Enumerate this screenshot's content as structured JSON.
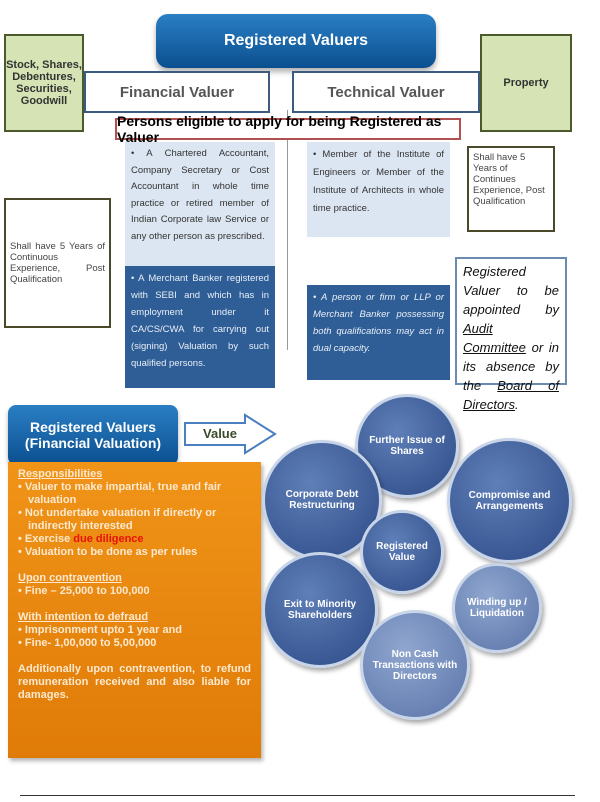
{
  "title": "Registered Valuers",
  "left_asset": "Stock, Shares, Debentures, Securities, Goodwill",
  "right_asset": "Property",
  "financial_valuer": "Financial Valuer",
  "technical_valuer": "Technical Valuer",
  "eligibility": "Persons eligible to apply for being Registered as Valuer",
  "financial_eligibility": [
    "• A Chartered Accountant, Company Secretary or Cost Accountant in whole time practice or retired member of Indian Corporate law Service or any other person as prescribed.",
    "• A Merchant Banker registered with SEBI and which has in employment under it CA/CS/CWA for carrying out (signing) Valuation by such qualified persons."
  ],
  "technical_eligibility": [
    "• Member of the Institute of Engineers or Member of the Institute of Architects in whole time practice.",
    "• A person or firm or LLP or Merchant Banker possessing both qualifications may act in dual capacity."
  ],
  "left_experience": "Shall have 5 Years of Continuous Experience, Post Qualification",
  "right_experience": "Shall have 5 Years of Continues Experience, Post Qualification",
  "appointment": {
    "pre": "Registered Valuer to be appointed by ",
    "audit": "Audit Committee",
    "mid": " or in its absence by the ",
    "board": "Board of Directors",
    "end": "."
  },
  "fin_box": "Registered Valuers (Financial Valuation)",
  "arrow_label": "Value",
  "responsibilities": {
    "heading": "Responsibilities",
    "items": [
      "Valuer to make impartial, true and fair valuation",
      "Not undertake valuation if directly or indirectly interested",
      "Valuation to be done as per rules"
    ],
    "exercise": "Exercise ",
    "due": "due diligence"
  },
  "contravention": {
    "heading": "Upon contravention",
    "items": [
      "Fine – 25,000 to 100,000"
    ]
  },
  "defraud": {
    "heading": "With intention to defraud",
    "items": [
      "Imprisonment upto 1 year and",
      "Fine- 1,00,000 to 5,00,000"
    ]
  },
  "additional": "Additionally upon contravention, to refund remuneration received and also liable for damages.",
  "circles": {
    "center": "Registered Value",
    "shares": "Further Issue of Shares",
    "cdr": "Corporate Debt Restructuring",
    "compromise": "Compromise and Arrangements",
    "exit": "Exit to Minority Shareholders",
    "winding": "Winding up / Liquidation",
    "noncash": "Non Cash Transactions with Directors"
  }
}
